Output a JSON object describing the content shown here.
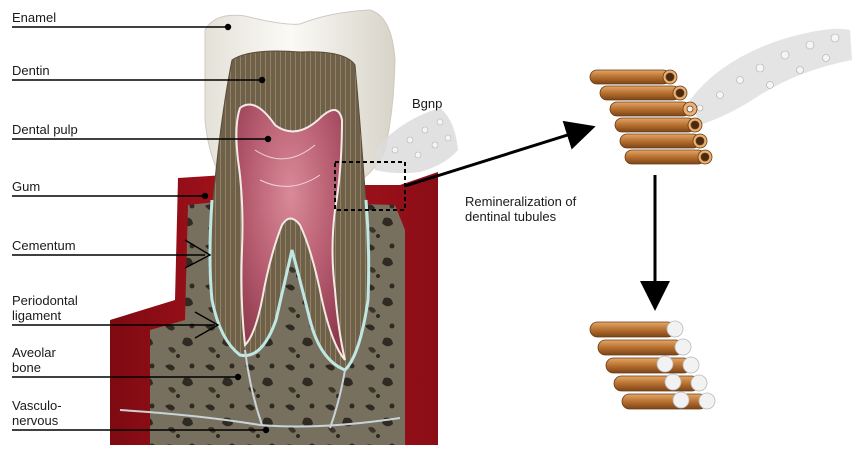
{
  "labels": {
    "enamel": "Enamel",
    "dentin": "Dentin",
    "dental_pulp": "Dental pulp",
    "gum": "Gum",
    "cementum": "Cementum",
    "periodontal_ligament": "Periodontal\nligament",
    "aveolar_bone": "Aveolar\nbone",
    "vasculo_nervous": "Vasculo-\nnervous",
    "bgnp": "Bgnp",
    "remineralization": "Remineralization of\ndentinal tubules"
  },
  "colors": {
    "enamel": "#f1efe9",
    "dentin": "#6e6048",
    "pulp": "#b0556a",
    "gum": "#a3121c",
    "bone": "#6c6558",
    "tubule": "#c07a3c",
    "bgnp": "#d9d9d9"
  },
  "icons": [
    "arrow-right-icon",
    "arrow-down-icon"
  ]
}
